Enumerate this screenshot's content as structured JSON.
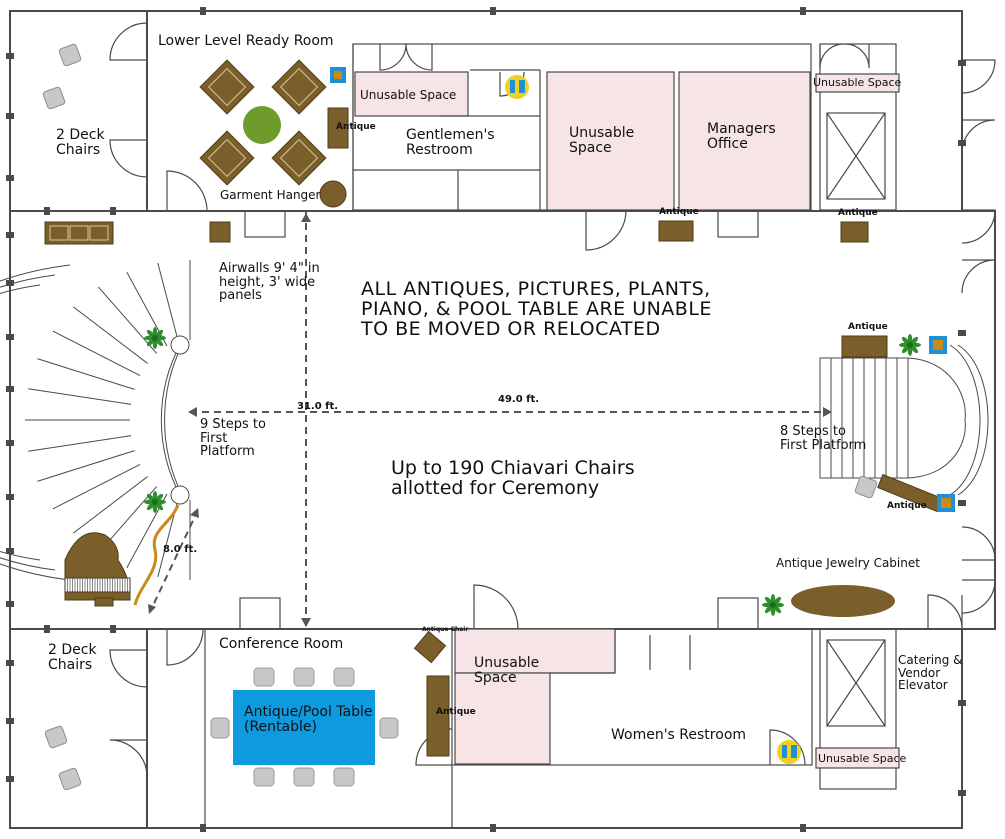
{
  "rooms": {
    "lower_ready": "Lower Level Ready Room",
    "deck_top": [
      "2 Deck",
      "Chairs"
    ],
    "deck_bottom": [
      "2 Deck",
      "Chairs"
    ],
    "unusable_small_top": "Unusable Space",
    "gents": [
      "Gentlemen's",
      "Restroom"
    ],
    "unusable_mid": [
      "Unusable",
      "Space"
    ],
    "managers": [
      "Managers",
      "Office"
    ],
    "unusable_tr": "Unusable Space",
    "conference": "Conference Room",
    "unusable_bl": [
      "Unusable",
      "Space"
    ],
    "womens": "Women's Restroom",
    "unusable_br": "Unusable Space",
    "catering": [
      "Catering &",
      "Vendor",
      "Elevator"
    ]
  },
  "labels": {
    "garment": "Garment Hanger",
    "airwalls": [
      "Airwalls 9' 4\" in",
      "height, 3' wide",
      "panels"
    ],
    "notice": [
      "ALL ANTIQUES, PICTURES, PLANTS,",
      "PIANO, & POOL TABLE ARE UNABLE",
      "TO BE MOVED OR RELOCATED"
    ],
    "steps9": [
      "9 Steps to",
      "First",
      "Platform"
    ],
    "steps8": [
      "8 Steps to",
      "First Platform"
    ],
    "chiavari": [
      "Up to 190 Chiavari Chairs",
      "allotted for Ceremony"
    ],
    "jewelry": "Antique Jewelry Cabinet",
    "pool_table": [
      "Antique/Pool Table",
      "(Rentable)"
    ],
    "antique": "Antique",
    "antique_chair": "Antique Chair"
  },
  "dimensions": {
    "d31": "31.0 ft.",
    "d49": "49.0 ft.",
    "d8": "8.0 ft."
  },
  "colors": {
    "wall": "#4a4a4a",
    "unusable": "#f6e4e6",
    "antique": "#7a5f2a",
    "table": "#0e9ade",
    "plant": "#2f8f2f",
    "round_table": "#6f9a2c",
    "restroom_icon": "#f0d020"
  }
}
